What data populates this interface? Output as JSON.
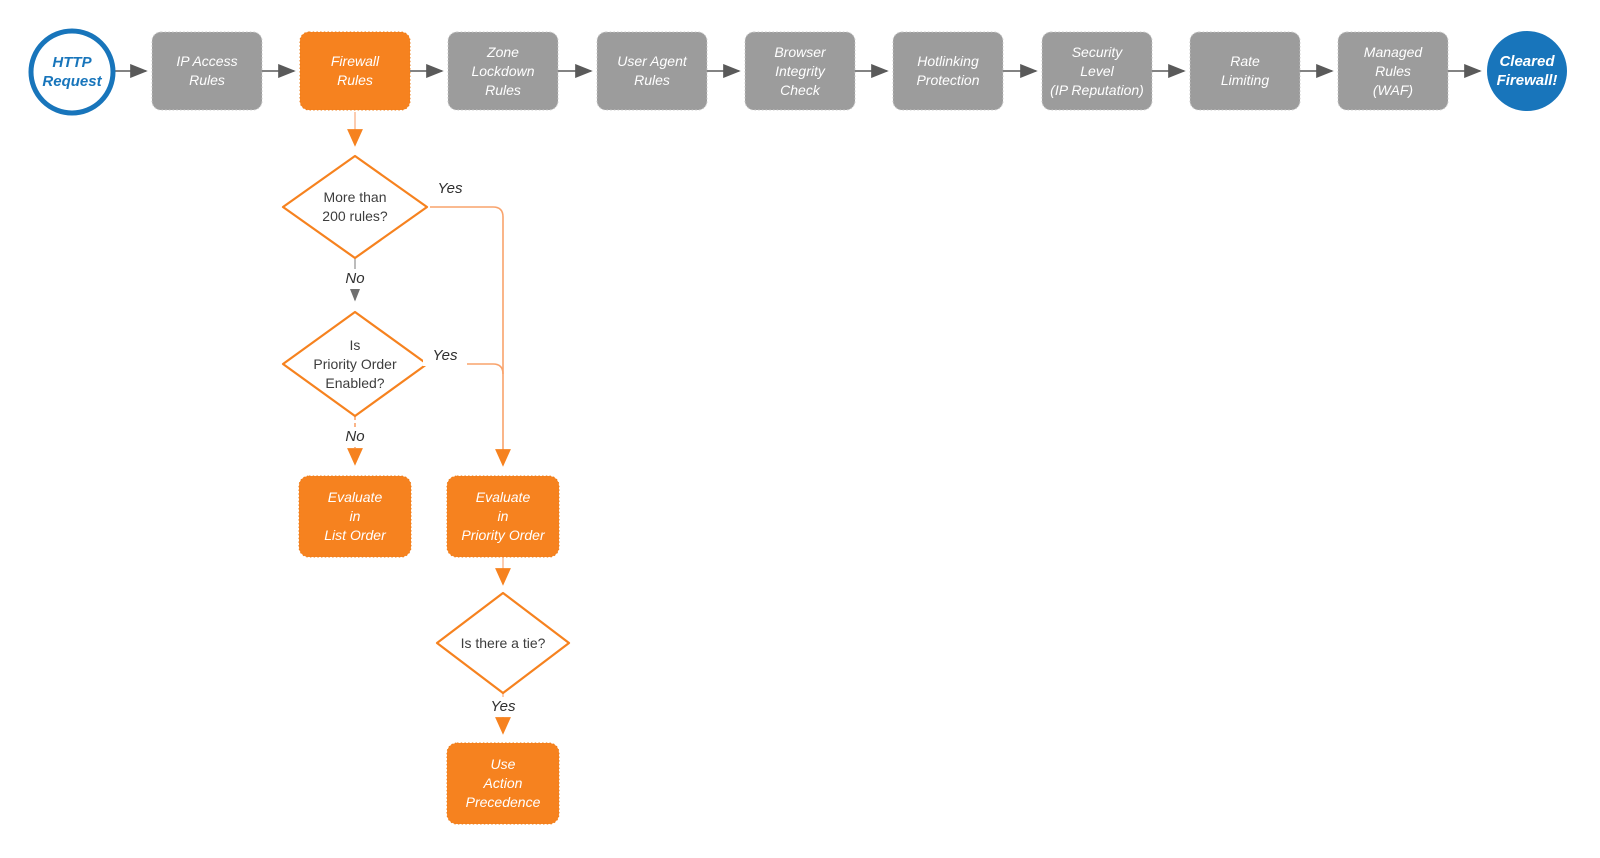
{
  "colors": {
    "accent_orange": "#F6821F",
    "node_gray": "#9C9C9C",
    "brand_blue": "#1875BB",
    "arrow_gray": "#5A5A5A",
    "connector_orange_light": "#F9A36C"
  },
  "flow": {
    "start": {
      "label": "HTTP\nRequest"
    },
    "stages": [
      {
        "label": "IP Access\nRules"
      },
      {
        "label": "Firewall\nRules"
      },
      {
        "label": "Zone\nLockdown\nRules"
      },
      {
        "label": "User Agent\nRules"
      },
      {
        "label": "Browser\nIntegrity\nCheck"
      },
      {
        "label": "Hotlinking\nProtection"
      },
      {
        "label": "Security\nLevel\n(IP Reputation)"
      },
      {
        "label": "Rate\nLimiting"
      },
      {
        "label": "Managed\nRules\n(WAF)"
      }
    ],
    "end": {
      "label": "Cleared\nFirewall!"
    },
    "decisions": [
      {
        "label": "More than\n200 rules?",
        "yes_label": "Yes",
        "no_label": "No"
      },
      {
        "label": "Is\nPriority Order\nEnabled?",
        "yes_label": "Yes",
        "no_label": "No"
      },
      {
        "label": "Is there a tie?",
        "yes_label": "Yes"
      }
    ],
    "outcomes": [
      {
        "label": "Evaluate\nin\nList Order"
      },
      {
        "label": "Evaluate\nin\nPriority Order"
      },
      {
        "label": "Use\nAction\nPrecedence"
      }
    ]
  }
}
